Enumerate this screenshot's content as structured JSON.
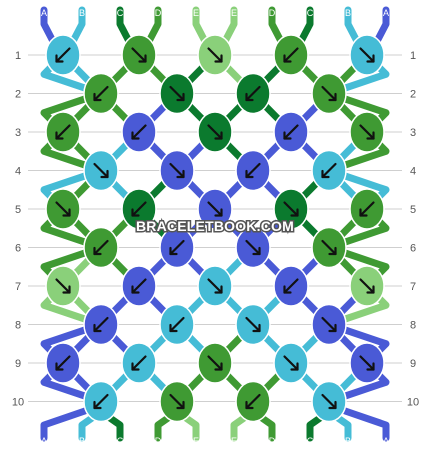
{
  "colors": {
    "A": "#4a5ad6",
    "B": "#45bcd6",
    "C": "#0b7a2e",
    "D": "#3f9a33",
    "E": "#8ad07a"
  },
  "strands_top": [
    "A",
    "B",
    "C",
    "D",
    "E",
    "E",
    "D",
    "C",
    "B",
    "A"
  ],
  "strands_bottom": [
    "A",
    "B",
    "C",
    "D",
    "E",
    "E",
    "D",
    "C",
    "B",
    "A"
  ],
  "row_labels": [
    "1",
    "2",
    "3",
    "4",
    "5",
    "6",
    "7",
    "8",
    "9",
    "10"
  ],
  "watermark": "BRACELETBOOK.COM",
  "knot_colors": [
    [
      "B",
      "D",
      "E",
      "D",
      "B"
    ],
    [
      "D",
      "C",
      "C",
      "D"
    ],
    [
      "D",
      "A",
      "C",
      "A",
      "D"
    ],
    [
      "B",
      "A",
      "A",
      "B"
    ],
    [
      "D",
      "C",
      "A",
      "C",
      "D"
    ],
    [
      "D",
      "A",
      "A",
      "D"
    ],
    [
      "E",
      "A",
      "B",
      "A",
      "E"
    ],
    [
      "A",
      "B",
      "B",
      "A"
    ],
    [
      "A",
      "B",
      "D",
      "B",
      "A"
    ],
    [
      "B",
      "D",
      "D",
      "B"
    ]
  ],
  "knot_arrows": [
    [
      "dl",
      "dr",
      "dr",
      "dl",
      "dr"
    ],
    [
      "dl",
      "dr",
      "dl",
      "dr"
    ],
    [
      "dl",
      "dl",
      "dr",
      "dl",
      "dr"
    ],
    [
      "dr",
      "dr",
      "dl",
      "dl"
    ],
    [
      "dr",
      "dl",
      "dr",
      "dr",
      "dl"
    ],
    [
      "dl",
      "dl",
      "dr",
      "dr"
    ],
    [
      "dr",
      "dl",
      "dr",
      "dl",
      "dr"
    ],
    [
      "dl",
      "dl",
      "dr",
      "dr"
    ],
    [
      "dl",
      "dl",
      "dr",
      "dr",
      "dr"
    ],
    [
      "dl",
      "dr",
      "dl",
      "dr"
    ]
  ]
}
